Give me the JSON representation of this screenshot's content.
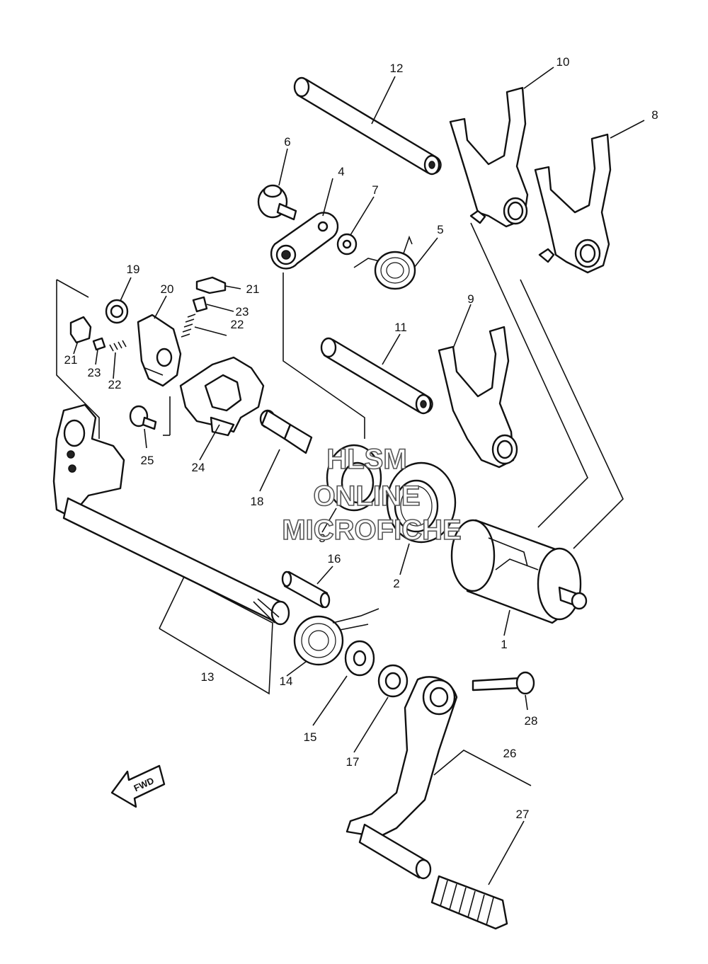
{
  "callouts": [
    "1",
    "2",
    "3",
    "4",
    "5",
    "6",
    "7",
    "8",
    "9",
    "10",
    "11",
    "12",
    "13",
    "14",
    "15",
    "16",
    "17",
    "18",
    "19",
    "20",
    "21",
    "21",
    "22",
    "22",
    "23",
    "23",
    "24",
    "25",
    "26",
    "27",
    "28"
  ],
  "watermark": {
    "line1": "HLSM",
    "line2": "ONLINE",
    "line3": "MICROFICHE"
  },
  "direction_label": "FWD"
}
